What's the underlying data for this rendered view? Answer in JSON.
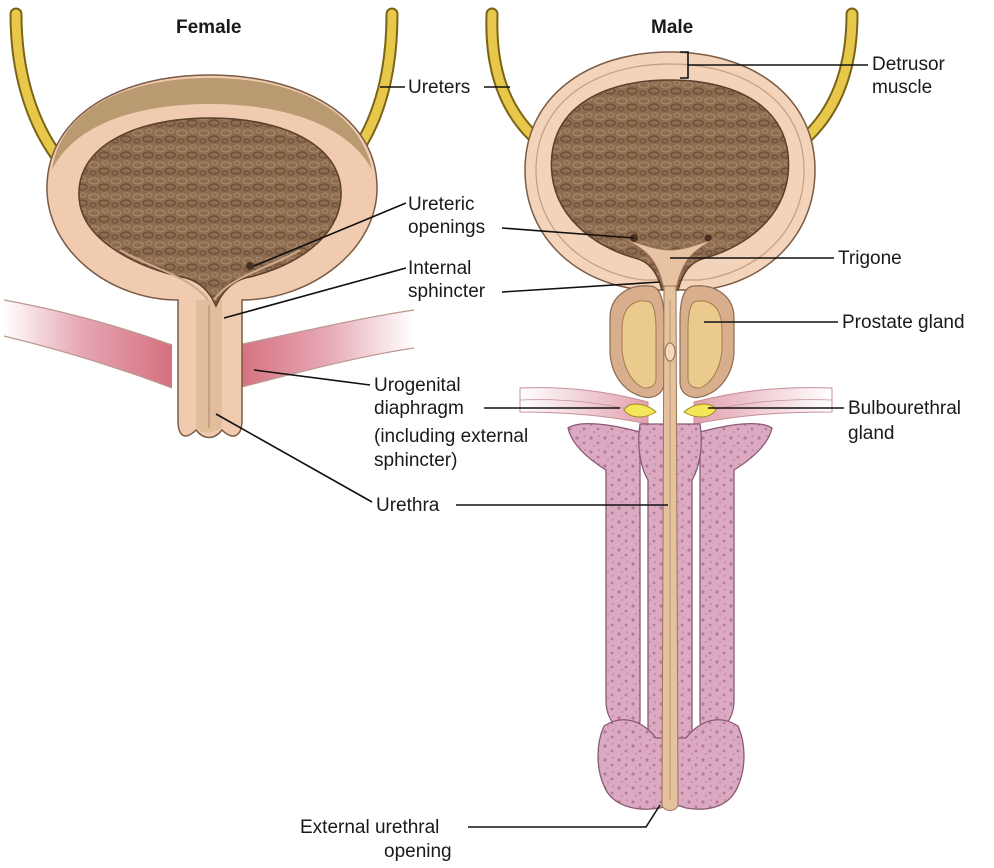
{
  "titles": {
    "female": "Female",
    "male": "Male"
  },
  "labels": {
    "ureters": "Ureters",
    "detrusor_line1": "Detrusor",
    "detrusor_line2": "muscle",
    "ureteric_line1": "Ureteric",
    "ureteric_line2": "openings",
    "trigone": "Trigone",
    "internal_line1": "Internal",
    "internal_line2": "sphincter",
    "prostate": "Prostate gland",
    "urogenital_line1": "Urogenital",
    "urogenital_line2": "diaphragm",
    "urogenital_line3": "(including external",
    "urogenital_line4": "sphincter)",
    "bulbo_line1": "Bulbourethral",
    "bulbo_line2": "gland",
    "urethra": "Urethra",
    "external_line1": "External urethral",
    "external_line2": "opening"
  },
  "colors": {
    "ureter": "#e8c84a",
    "bladder_wall": "#f2cfb3",
    "bladder_inner": "#8a6a4e",
    "bladder_texture": "#6e5038",
    "urethra": "#e6c3a2",
    "diaphragm": "#d87a8a",
    "prostate": "#e9c48a",
    "prostate_outer": "#d9b08c",
    "gland": "#f4e65a",
    "erectile": "#d9a6c0",
    "erectile_dot": "#b07890",
    "leader_line": "#111111"
  }
}
